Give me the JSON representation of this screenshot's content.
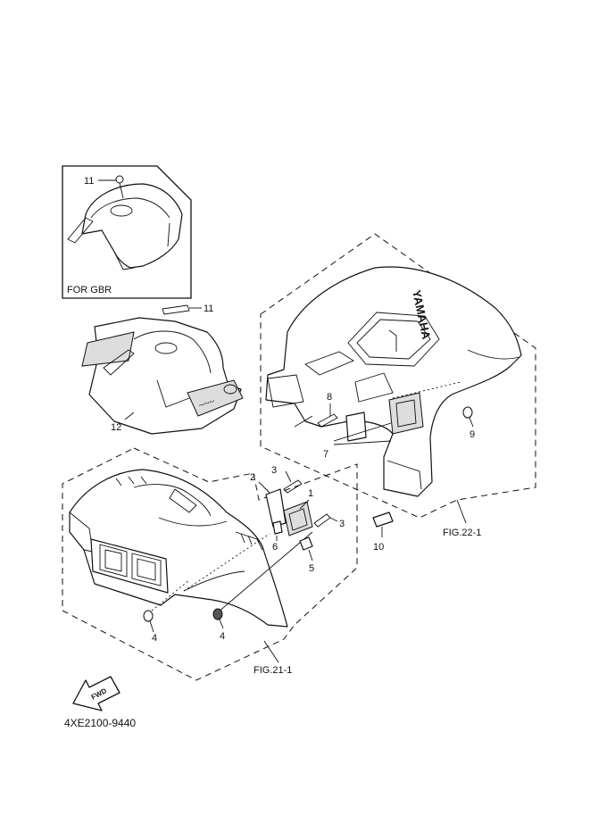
{
  "callouts": {
    "c1": "1",
    "c2": "2",
    "c3a": "3",
    "c3b": "3",
    "c4a": "4",
    "c4b": "4",
    "c5": "5",
    "c6": "6",
    "c7": "7",
    "c8": "8",
    "c9": "9",
    "c10": "10",
    "c11a": "11",
    "c11b": "11",
    "c12": "12"
  },
  "inset": {
    "caption": "FOR GBR"
  },
  "figures": {
    "front": "FIG.21-1",
    "rear": "FIG.22-1"
  },
  "fwd_label": "FWD",
  "brand_text": "YAMAHA",
  "part_number": "4XE2100-9440"
}
